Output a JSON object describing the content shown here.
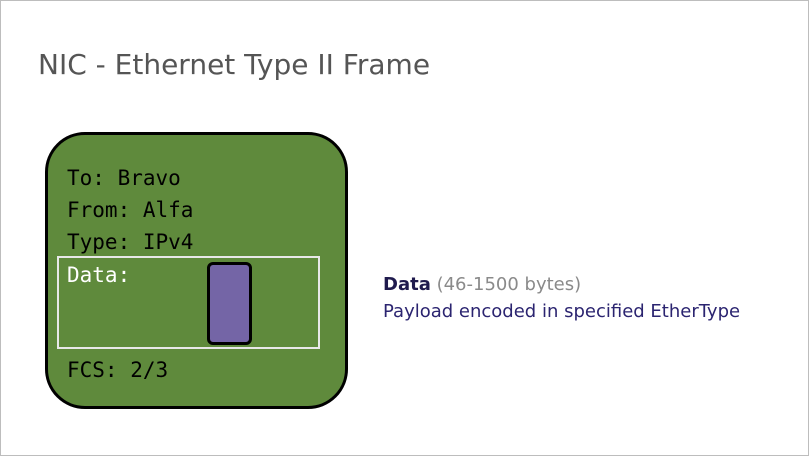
{
  "title": "NIC - Ethernet Type II Frame",
  "frame": {
    "to": "To: Bravo",
    "from": "From: Alfa",
    "type": "Type: IPv4",
    "data_label": "Data:",
    "fcs": "FCS: 2/3"
  },
  "annotation": {
    "heading": "Data",
    "size": "(46-1500 bytes)",
    "description": "Payload encoded in specified EtherType"
  },
  "colors": {
    "card_fill": "#5f8a3c",
    "payload_fill": "#7465a6",
    "heading_text": "#1f1a4d",
    "description_text": "#2b2470"
  }
}
